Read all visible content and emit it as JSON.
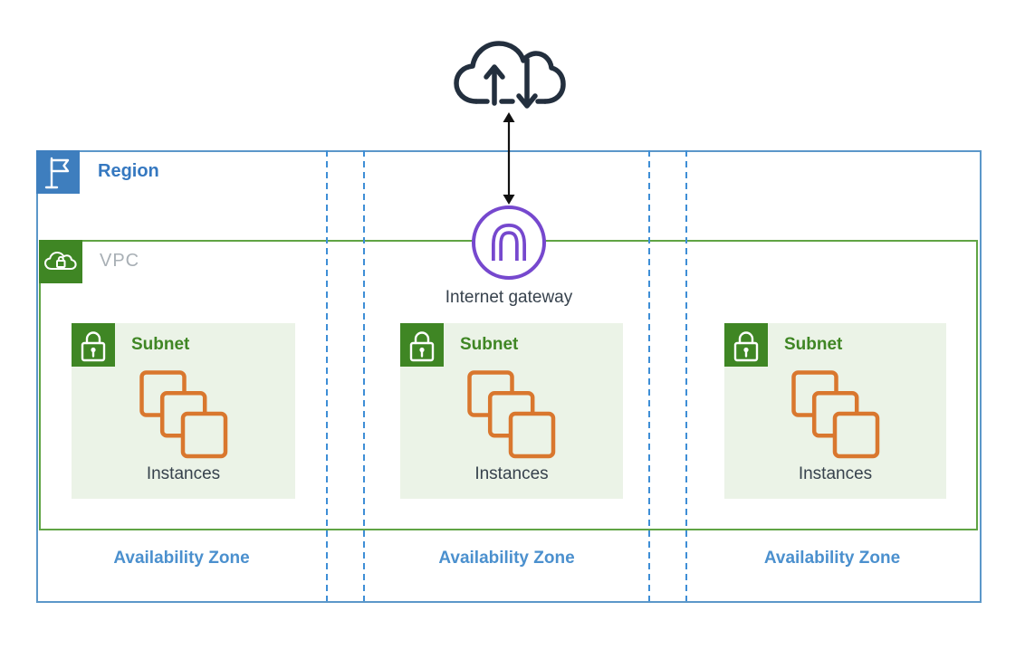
{
  "diagram": {
    "labels": {
      "region": "Region",
      "vpc": "VPC",
      "internet_gateway": "Internet gateway"
    },
    "availability_zones": [
      {
        "label": "Availability Zone",
        "subnet_label": "Subnet",
        "instances_label": "Instances"
      },
      {
        "label": "Availability Zone",
        "subnet_label": "Subnet",
        "instances_label": "Instances"
      },
      {
        "label": "Availability Zone",
        "subnet_label": "Subnet",
        "instances_label": "Instances"
      }
    ],
    "icons": {
      "internet": "cloud-up-down-arrows-icon",
      "connector": "double-headed-arrow-icon",
      "internet_gateway": "gateway-arch-icon",
      "region": "flag-icon",
      "vpc": "cloud-lock-icon",
      "subnet": "lock-icon",
      "instances": "stacked-squares-icon"
    },
    "colors": {
      "region_blue": "#3E7EBE",
      "region_border": "#5B97C9",
      "region_label": "#3578C0",
      "az_dash_blue": "#3E8ED6",
      "az_label_blue": "#4B90CE",
      "vpc_border_green": "#60A444",
      "green_dark": "#3F8624",
      "vpc_label_gray": "#A8AFB5",
      "subnet_bg": "#EBF3E7",
      "instance_orange": "#D9772E",
      "gateway_purple": "#7648CE",
      "dark_text": "#37424D",
      "cloud_dark": "#232F3E"
    }
  }
}
